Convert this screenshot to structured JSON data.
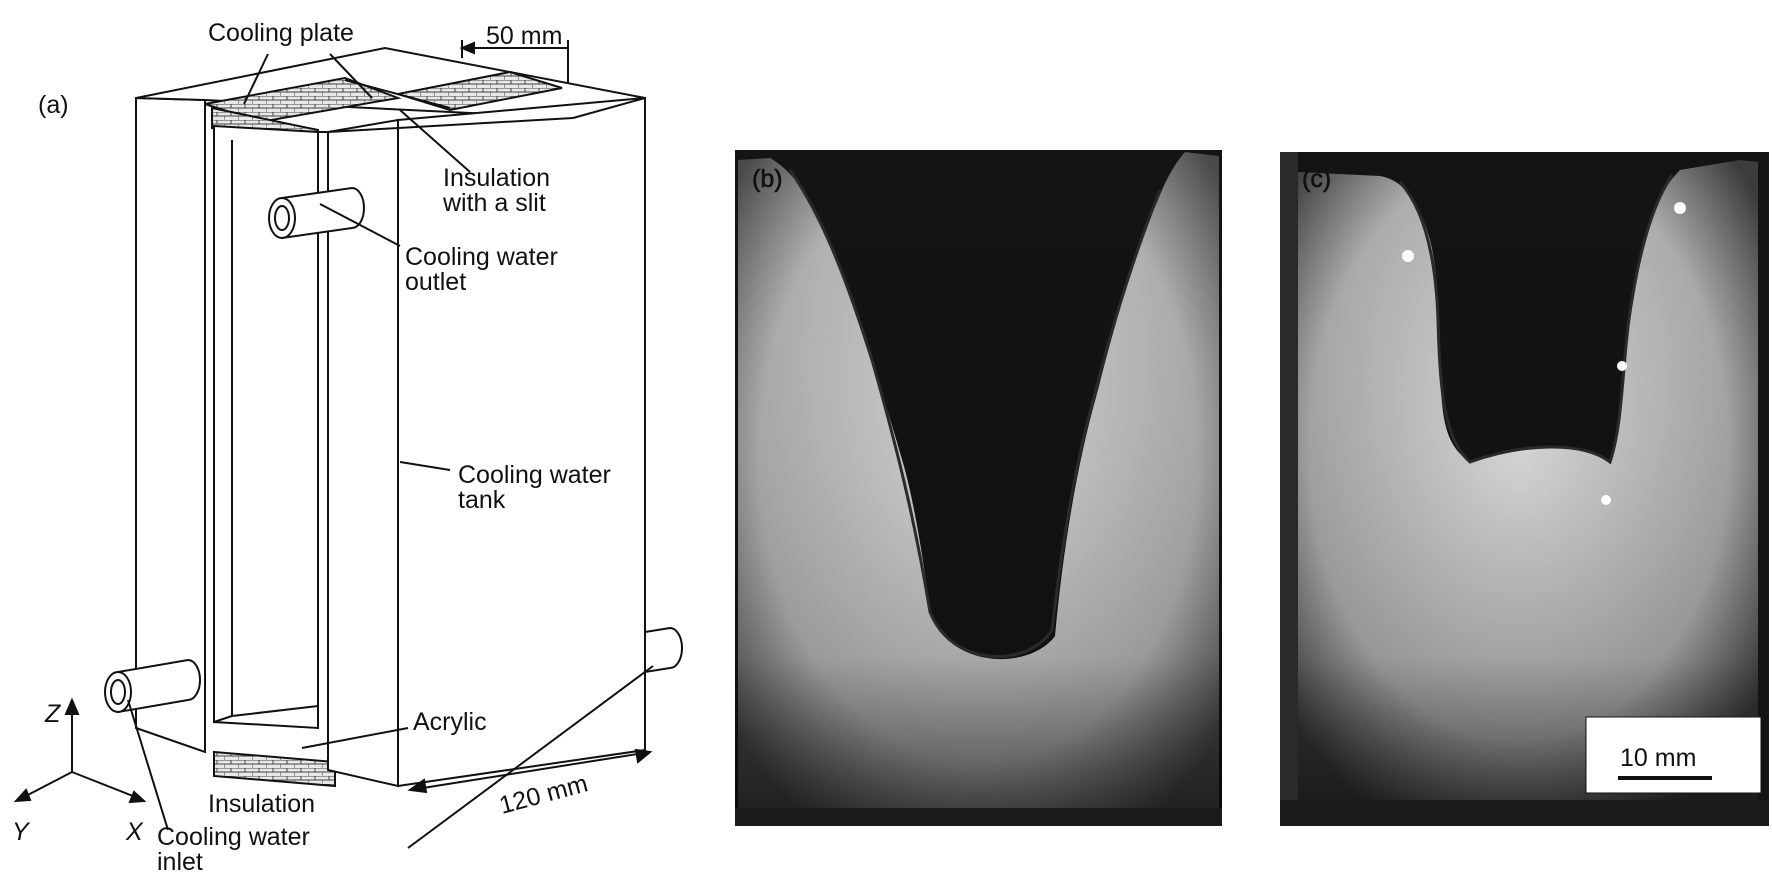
{
  "panels": {
    "a": "(a)",
    "b": "(b)",
    "c": "(c)"
  },
  "labels": {
    "cooling_plate": "Cooling plate",
    "width": "50 mm",
    "insulation_slit_1": "Insulation",
    "insulation_slit_2": "with a slit",
    "outlet_1": "Cooling water",
    "outlet_2": "outlet",
    "tank_1": "Cooling water",
    "tank_2": "tank",
    "acrylic": "Acrylic",
    "insulation": "Insulation",
    "length": "120 mm",
    "inlet_1": "Cooling water",
    "inlet_2": "inlet"
  },
  "axes": {
    "z": "Z",
    "y": "Y",
    "x": "X"
  },
  "scale_bar": "10 mm",
  "colors": {
    "line": "#111111",
    "photo_bg": "#141414",
    "ice": "#cfcfcf",
    "ice_bright": "#f0f0f0"
  }
}
